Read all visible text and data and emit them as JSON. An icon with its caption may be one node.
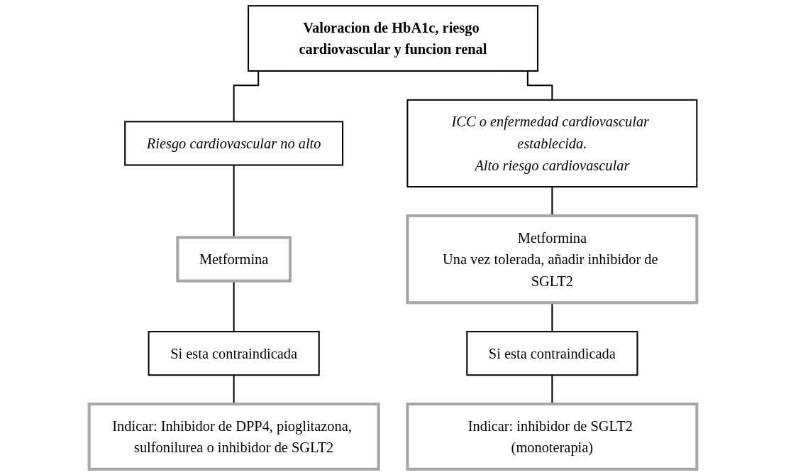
{
  "diagram": {
    "nodes": [
      {
        "text": [
          "Valoracion de HbA1c, riesgo cardiovascular y funcion renal"
        ]
      },
      {
        "text": [
          "Riesgo cardiovascular no alto"
        ]
      },
      {
        "text": [
          "ICC o enfermedad cardiovascular establecida.",
          "Alto riesgo cardiovascular"
        ]
      },
      {
        "text": [
          "Metformina"
        ]
      },
      {
        "text": [
          "Metformina",
          "Una vez tolerada, añadir inhibidor de SGLT2"
        ]
      },
      {
        "text": [
          "Si esta contraindicada"
        ]
      },
      {
        "text": [
          "Indicar: Inhibidor de DPP4, pioglitazona, sulfonilurea o inhibidor de SGLT2"
        ]
      },
      {
        "text": [
          "Si esta contraindicada"
        ]
      },
      {
        "text": [
          "Indicar: inhibidor de SGLT2 (monoterapia)"
        ]
      }
    ],
    "edges": [
      {
        "from": 0,
        "to": 1,
        "arrow": "none"
      },
      {
        "from": 0,
        "to": 2,
        "arrow": "none"
      },
      {
        "from": 1,
        "to": 3,
        "arrow": "none"
      },
      {
        "from": 2,
        "to": 4,
        "arrow": "none"
      },
      {
        "from": 3,
        "to": 5,
        "arrow": "none"
      },
      {
        "from": 4,
        "to": 7,
        "arrow": "none"
      },
      {
        "from": 5,
        "to": 6,
        "arrow": "none"
      },
      {
        "from": 7,
        "to": 8,
        "arrow": "none"
      }
    ]
  }
}
